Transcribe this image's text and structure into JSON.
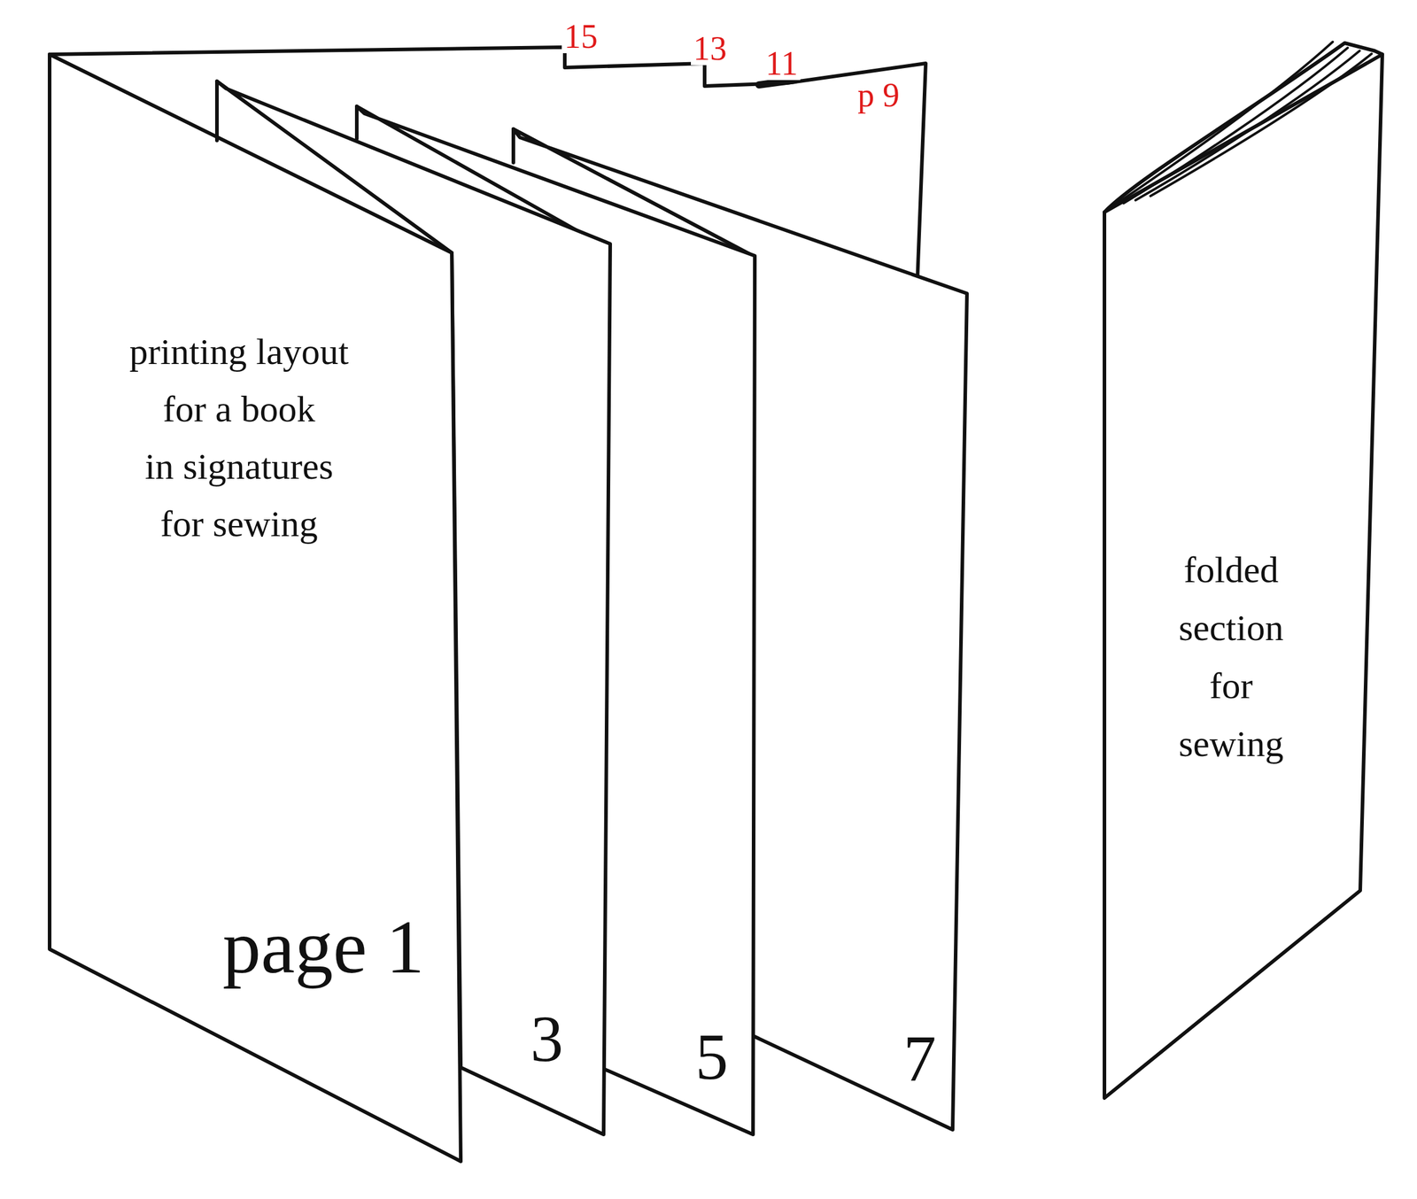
{
  "diagram": {
    "nodes": [
      {
        "text": [
          "printing layout for a book in signatures for sewing",
          "page 1"
        ]
      },
      {
        "text": [
          "3"
        ]
      },
      {
        "text": [
          "5"
        ]
      },
      {
        "text": [
          "7"
        ]
      },
      {
        "text": [
          "folded section for sewing"
        ]
      }
    ],
    "labels": [
      "15",
      "13",
      "11",
      "p 9"
    ]
  }
}
